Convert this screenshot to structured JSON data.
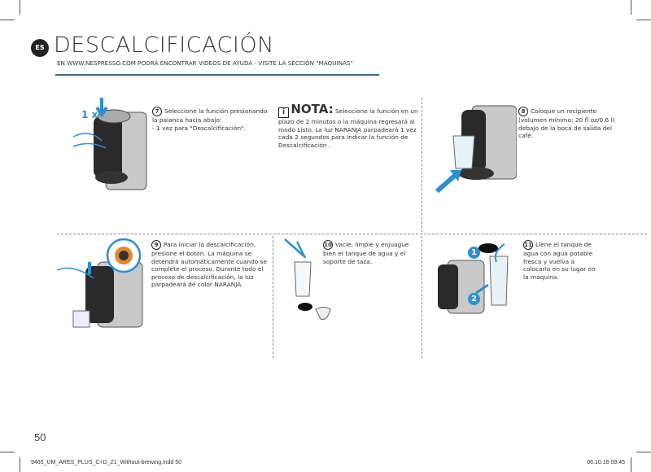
{
  "header": {
    "lang_badge": "ES",
    "title": "DESCALCIFICACIÓN",
    "subtitle": "EN WWW.NESPRESSO.COM PODRÁ ENCONTRAR VIDEOS DE AYUDA - VISITE LA SECCIÓN \"MÁQUINAS\"",
    "rule_color": "#3d6a8c"
  },
  "steps": [
    {
      "num": "7",
      "label_1x": "1 x",
      "text": "Seleccione la función presionando la palanca hacia abajo:",
      "sub": "- 1 vez para \"Descalcificación\"."
    },
    {
      "heading": "NOTA:",
      "text": "Seleccione la función en un plazo de 2 minutos o la máquina regresará al modo Listo. La luz NARANJA parpadeará 1 vez cada 2 segundos para indicar la función de Descalcificación ."
    },
    {
      "num": "8",
      "text": "Coloque un recipiente (volumen mínimo: 20 fl oz/0.6 l) debajo de la boca de salida del café."
    },
    {
      "num": "9",
      "text": "Para iniciar la descalcificación, presione el botón. La máquina se detendrá automáticamente cuando se complete el proceso. Durante todo el proceso de descalcificación, la luz parpadeará de color NARANJA."
    },
    {
      "num": "10",
      "text": "Vacíe, limpie y enjuague bien el tanque de agua y el soporte de taza."
    },
    {
      "num": "11",
      "text": "Llene el tanque de agua con agua potable fresca y vuelva a colocarlo en su lugar en la máquina.",
      "marker_1": "1",
      "marker_2": "2"
    }
  ],
  "colors": {
    "accent_blue": "#2e8fd0",
    "orange": "#e08a2a"
  },
  "footer": {
    "page_number": "50",
    "file": "9465_UM_ARES_PLUS_C+D_Z1_Without-brewing.indd   50",
    "date": "06.10.16   09:45"
  }
}
